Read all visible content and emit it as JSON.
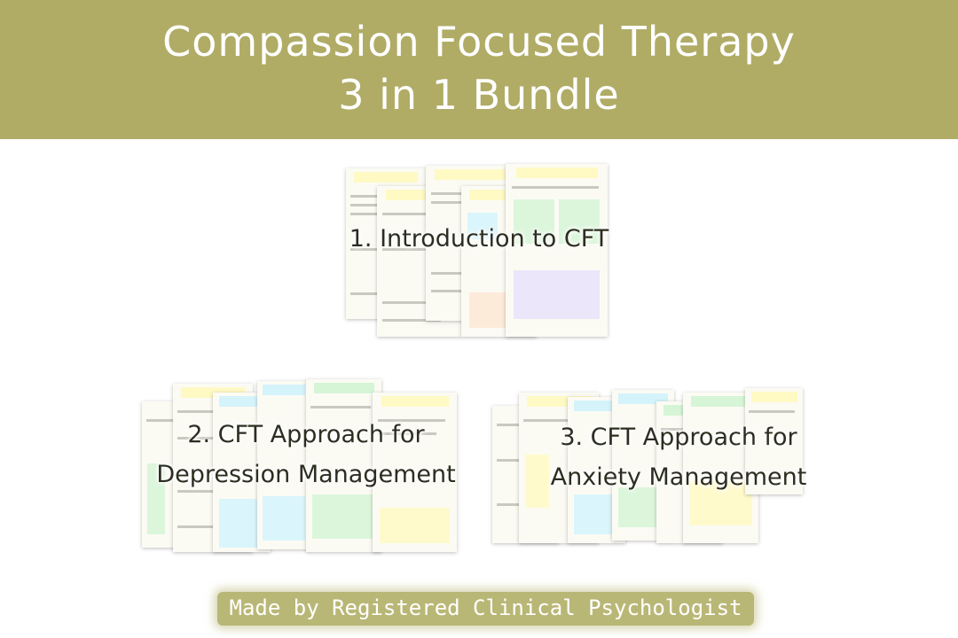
{
  "header": {
    "title_line1": "Compassion Focused Therapy",
    "title_line2": "3 in 1 Bundle",
    "background": "#b0ac66"
  },
  "products": [
    {
      "label": "1. Introduction to CFT"
    },
    {
      "label_line1": "2. CFT Approach for",
      "label_line2": "Depression Management"
    },
    {
      "label_line1": "3. CFT Approach for",
      "label_line2": "Anxiety Management"
    }
  ],
  "banner": {
    "text": "Made by Registered Clinical Psychologist",
    "color": "#b9b776"
  },
  "sheet_colors": [
    "#fff9c4",
    "#d6f5d6",
    "#d4f3fb",
    "#fde7d4",
    "#e9e2fb"
  ]
}
